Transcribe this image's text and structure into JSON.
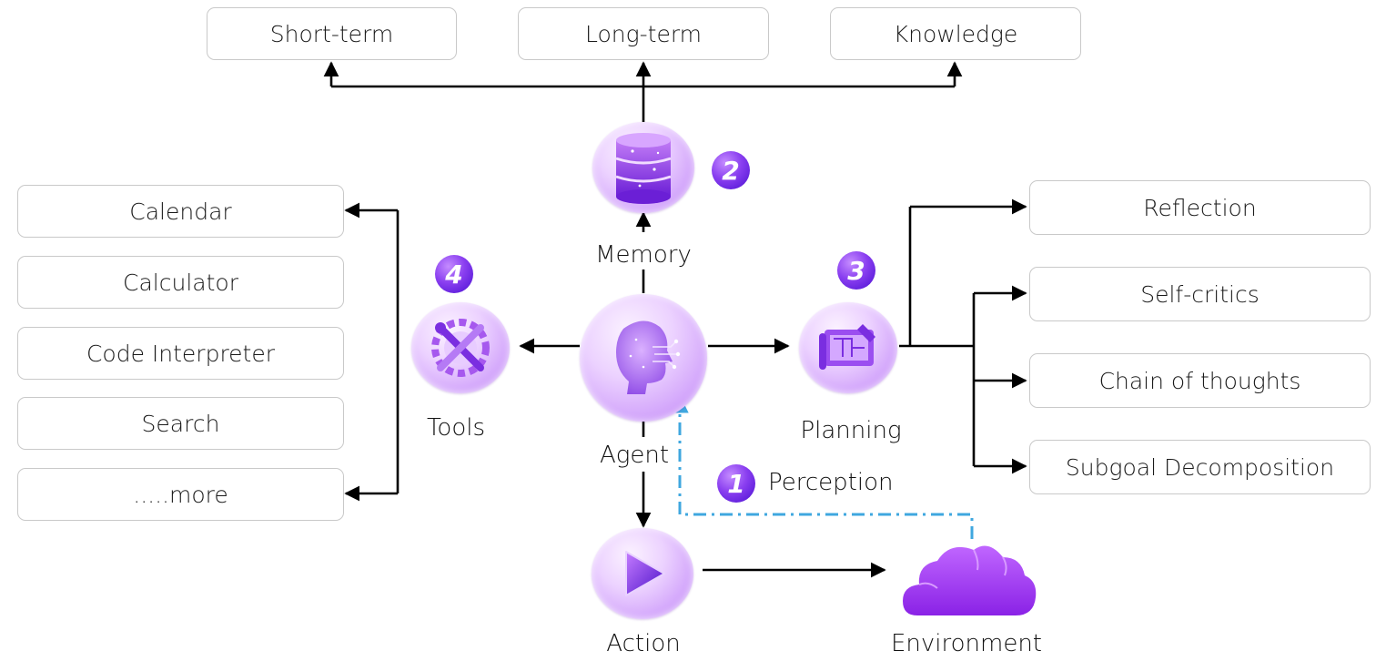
{
  "memory": {
    "label": "Memory",
    "items": [
      "Short-term",
      "Long-term",
      "Knowledge"
    ],
    "step": "2",
    "icon": "database-icon"
  },
  "tools": {
    "label": "Tools",
    "items": [
      "Calendar",
      "Calculator",
      "Code Interpreter",
      "Search",
      ".....more"
    ],
    "step": "4",
    "icon": "wrench-screwdriver-icon"
  },
  "planning": {
    "label": "Planning",
    "items": [
      "Reflection",
      "Self-critics",
      "Chain of thoughts",
      "Subgoal Decomposition"
    ],
    "step": "3",
    "icon": "blueprint-icon"
  },
  "agent": {
    "label": "Agent",
    "icon": "ai-head-icon"
  },
  "action": {
    "label": "Action",
    "icon": "play-icon"
  },
  "environment": {
    "label": "Environment",
    "icon": "cloud-icon"
  },
  "perception": {
    "label": "Perception",
    "step": "1"
  },
  "colors": {
    "node_purple": "#c48cf7",
    "badge_purple": "#6a22e0",
    "cloud_purple": "#a53ef2",
    "perception_line": "#3fa7df",
    "box_border": "#c9c9c9"
  }
}
